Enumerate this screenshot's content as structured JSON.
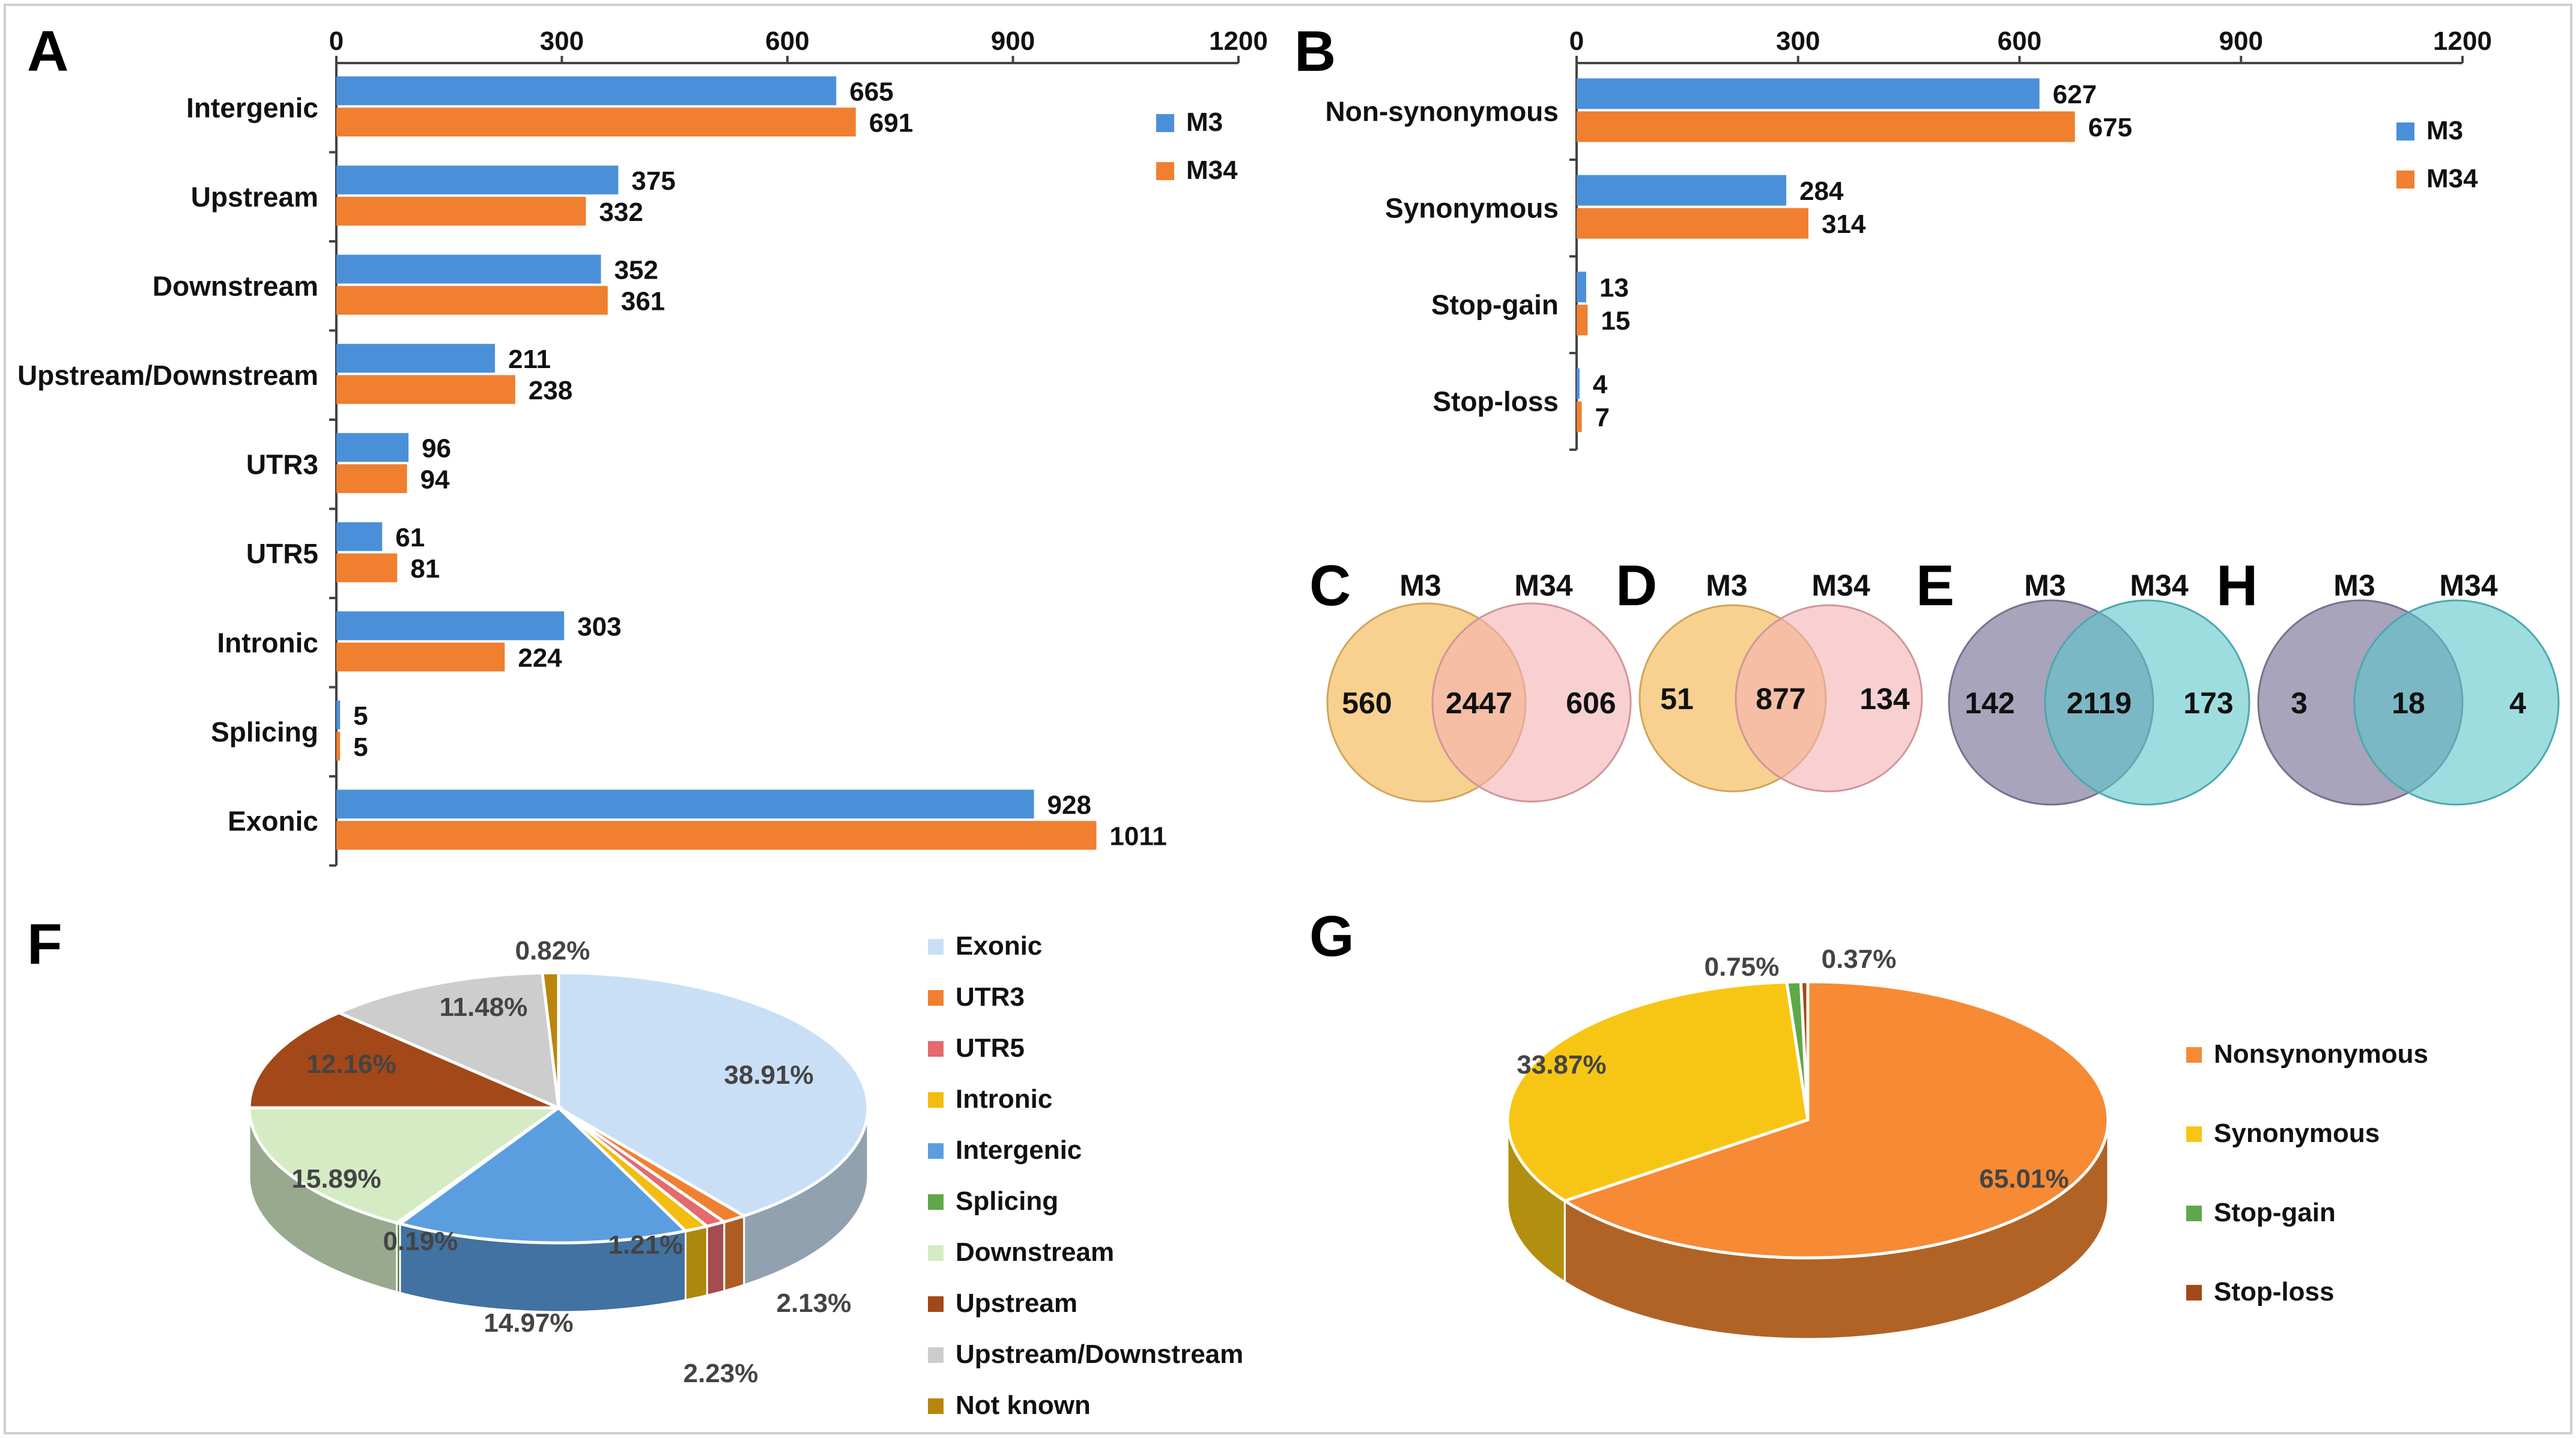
{
  "colors": {
    "m3": "#4a90d9",
    "m34": "#f07f30",
    "venn_left_orange": "#f5c26b",
    "venn_right_pink": "#f4b0b4",
    "venn_left_purple": "#8a86a6",
    "venn_right_teal": "#5bc6cc"
  },
  "chart_data": [
    {
      "panel": "A",
      "type": "bar",
      "orientation": "horizontal",
      "categories": [
        "Intergenic",
        "Upstream",
        "Downstream",
        "Upstream/Downstream",
        "UTR3",
        "UTR5",
        "Intronic",
        "Splicing",
        "Exonic"
      ],
      "series": [
        {
          "name": "M3",
          "values": [
            665,
            375,
            352,
            211,
            96,
            61,
            303,
            5,
            928
          ]
        },
        {
          "name": "M34",
          "values": [
            691,
            332,
            361,
            238,
            94,
            81,
            224,
            5,
            1011
          ]
        }
      ],
      "xlim": [
        0,
        1200
      ],
      "ticks": [
        0,
        300,
        600,
        900,
        1200
      ],
      "legend": "right"
    },
    {
      "panel": "B",
      "type": "bar",
      "orientation": "horizontal",
      "categories": [
        "Non-synonymous",
        "Synonymous",
        "Stop-gain",
        "Stop-loss"
      ],
      "series": [
        {
          "name": "M3",
          "values": [
            627,
            284,
            13,
            4
          ]
        },
        {
          "name": "M34",
          "values": [
            675,
            314,
            15,
            7
          ]
        }
      ],
      "xlim": [
        0,
        1200
      ],
      "ticks": [
        0,
        300,
        600,
        900,
        1200
      ],
      "legend": "right"
    },
    {
      "panel": "C",
      "type": "venn",
      "sets": [
        "M3",
        "M34"
      ],
      "values": {
        "left_only": "560",
        "both": "2447",
        "right_only": "606"
      }
    },
    {
      "panel": "D",
      "type": "venn",
      "sets": [
        "M3",
        "M34"
      ],
      "values": {
        "left_only": "51",
        "both": "877",
        "right_only": "134"
      }
    },
    {
      "panel": "E",
      "type": "venn",
      "sets": [
        "M3",
        "M34"
      ],
      "values": {
        "left_only": "142",
        "both": "2119",
        "right_only": "173"
      }
    },
    {
      "panel": "H",
      "type": "venn",
      "sets": [
        "M3",
        "M34"
      ],
      "values": {
        "left_only": "3",
        "both": "18",
        "right_only": "4"
      }
    },
    {
      "panel": "F",
      "type": "pie",
      "slices": [
        {
          "label": "Exonic",
          "value": 38.91,
          "display": "38.91%",
          "color": "#c9dff5"
        },
        {
          "label": "UTR3",
          "value": 1.21,
          "display": "",
          "color": "#f08030"
        },
        {
          "label": "UTR5",
          "value": 1.0,
          "display": "",
          "color": "#e46a6e"
        },
        {
          "label": "Intronic",
          "value": 1.21,
          "display": "1.21%",
          "color": "#f2bd10"
        },
        {
          "label": "Intergenic",
          "value": 14.97,
          "display": "14.97%",
          "color": "#5a9ee0"
        },
        {
          "label": "Splicing",
          "value": 0.19,
          "display": "0.19%",
          "color": "#5fa84a"
        },
        {
          "label": "Downstream",
          "value": 15.89,
          "display": "15.89%",
          "color": "#d4ebc4"
        },
        {
          "label": "Upstream",
          "value": 12.16,
          "display": "12.16%",
          "color": "#a34818"
        },
        {
          "label": "Upstream/Downstream",
          "value": 11.48,
          "display": "11.48%",
          "color": "#cdcdcd"
        },
        {
          "label": "Not known",
          "value": 0.82,
          "display": "0.82%",
          "color": "#b8860b"
        }
      ],
      "extra_labels": [
        "2.13%",
        "2.23%"
      ]
    },
    {
      "panel": "G",
      "type": "pie",
      "slices": [
        {
          "label": "Nonsynonymous",
          "value": 65.01,
          "display": "65.01%",
          "color": "#f68a35"
        },
        {
          "label": "Synonymous",
          "value": 33.87,
          "display": "33.87%",
          "color": "#f7c614"
        },
        {
          "label": "Stop-gain",
          "value": 0.75,
          "display": "0.75%",
          "color": "#5fa84a"
        },
        {
          "label": "Stop-loss",
          "value": 0.37,
          "display": "0.37%",
          "color": "#a34818"
        }
      ]
    }
  ]
}
